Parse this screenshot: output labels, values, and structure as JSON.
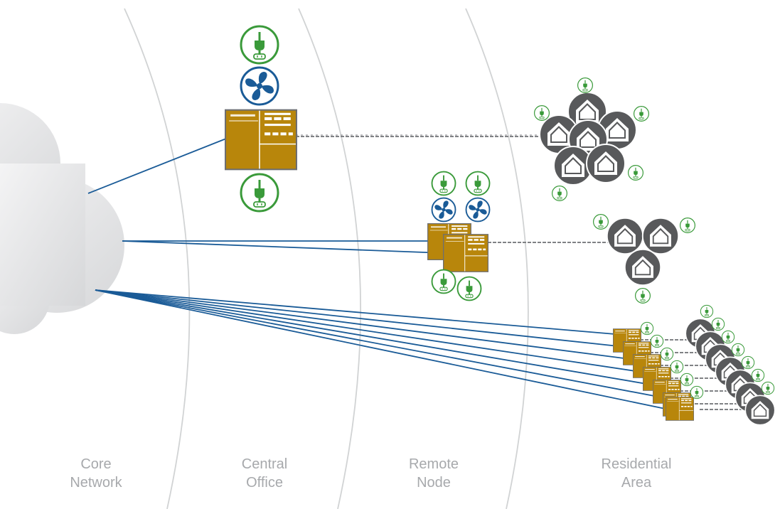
{
  "zones": [
    {
      "line1": "Core",
      "line2": "Network"
    },
    {
      "line1": "Central",
      "line2": "Office"
    },
    {
      "line1": "Remote",
      "line2": "Node"
    },
    {
      "line1": "Residential",
      "line2": "Area"
    }
  ],
  "icons": {
    "power": "power-plug-icon",
    "cooling": "fan-icon",
    "equipment": "network-cabinet-icon",
    "home": "house-icon",
    "cloud": "cloud-icon"
  },
  "colors": {
    "fiber": "#1a5b97",
    "copper": "#808285",
    "cabinet": "#b8860b",
    "cabinet_border": "#6d6e71",
    "power": "#3a9a3a",
    "fan": "#1a5b97",
    "house_circle": "#58595b",
    "arc": "#d1d3d4",
    "label": "#a7a9ac"
  }
}
